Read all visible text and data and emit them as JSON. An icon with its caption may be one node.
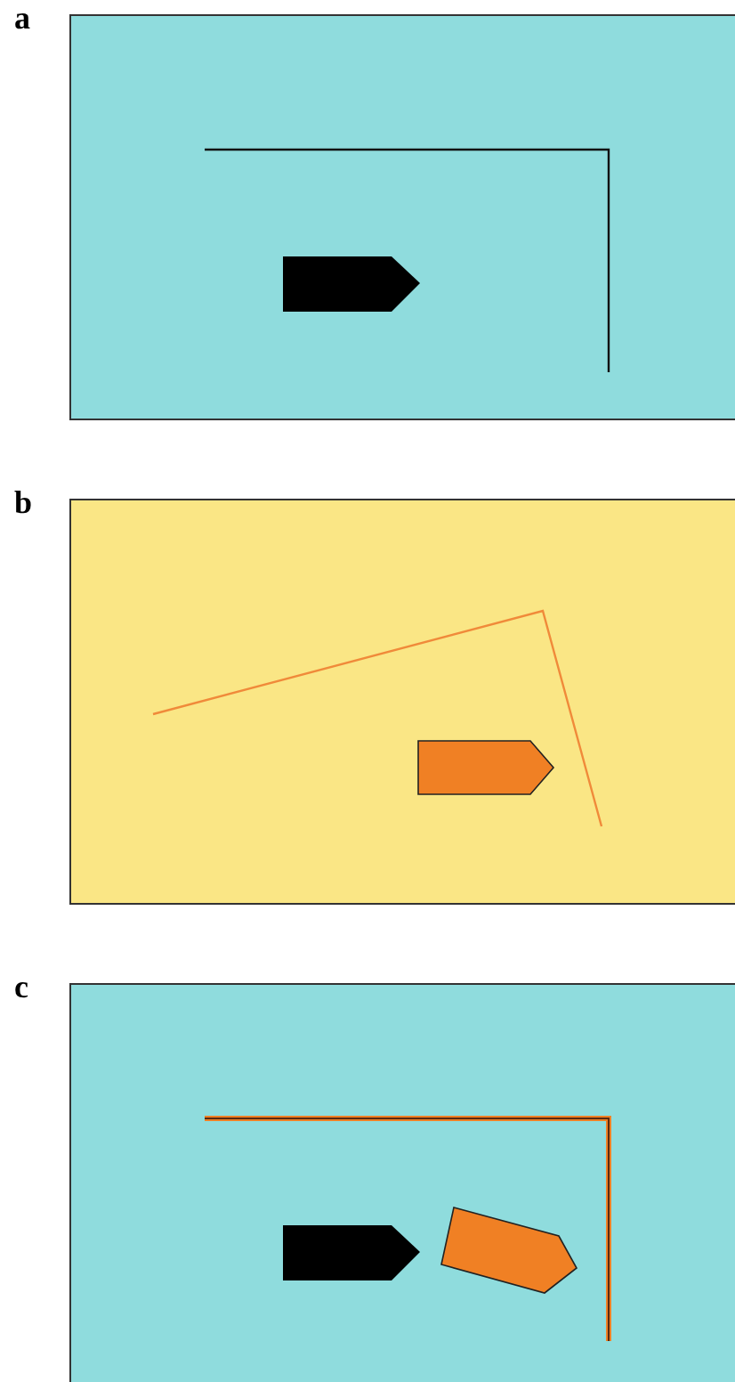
{
  "diagram": {
    "nodes": [
      {
        "text": [
          "a"
        ]
      },
      {
        "text": [
          "b"
        ]
      },
      {
        "text": [
          "c"
        ]
      }
    ]
  }
}
